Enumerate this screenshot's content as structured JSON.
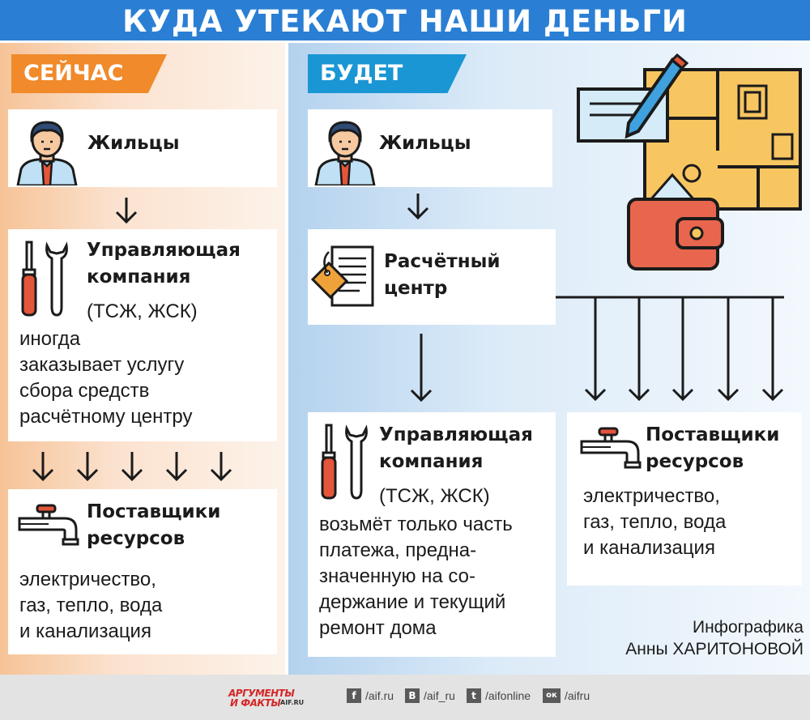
{
  "title": "КУДА УТЕКАЮТ НАШИ ДЕНЬГИ",
  "left": {
    "tag": "СЕЙЧАС",
    "residents": "Жильцы",
    "mgmt_title_1": "Управляющая",
    "mgmt_title_2": "компания",
    "mgmt_sub": "(ТСЖ, ЖСК)",
    "mgmt_text": [
      "иногда",
      "заказывает услугу",
      "сбора средств",
      "расчётному центру"
    ],
    "supp_title_1": "Поставщики",
    "supp_title_2": "ресурсов",
    "supp_text": [
      "электричество,",
      "газ, тепло, вода",
      "и канализация"
    ]
  },
  "right": {
    "tag": "БУДЕТ",
    "residents": "Жильцы",
    "calc_title_1": "Расчётный",
    "calc_title_2": "центр",
    "mgmt_title_1": "Управляющая",
    "mgmt_title_2": "компания",
    "mgmt_sub": "(ТСЖ, ЖСК)",
    "mgmt_text": [
      "возьмёт только часть",
      "платежа, предна-",
      "значенную на со-",
      "держание и текущий",
      "ремонт дома"
    ],
    "supp_title_1": "Поставщики",
    "supp_title_2": "ресурсов",
    "supp_text": [
      "электричество,",
      "газ, тепло, вода",
      "и канализация"
    ]
  },
  "credit": [
    "Инфографика",
    "Анны ХАРИТОНОВОЙ"
  ],
  "footer": {
    "logo_line1": "АРГУМЕНТЫ",
    "logo_line2": "И ФАКТЫ",
    "logo_site": "AIF.RU",
    "social": [
      {
        "icon": "f",
        "handle": "/aif.ru"
      },
      {
        "icon": "В",
        "handle": "/aif_ru"
      },
      {
        "icon": "t",
        "handle": "/aifonline"
      },
      {
        "icon": "ок",
        "handle": "/aifru"
      }
    ]
  },
  "colors": {
    "header_blue": "#2a7fd4",
    "orange_tag": "#f08a2b",
    "blue_tag": "#1a96d5",
    "wallet_red": "#e8664d",
    "plan_yellow": "#f7c660"
  }
}
